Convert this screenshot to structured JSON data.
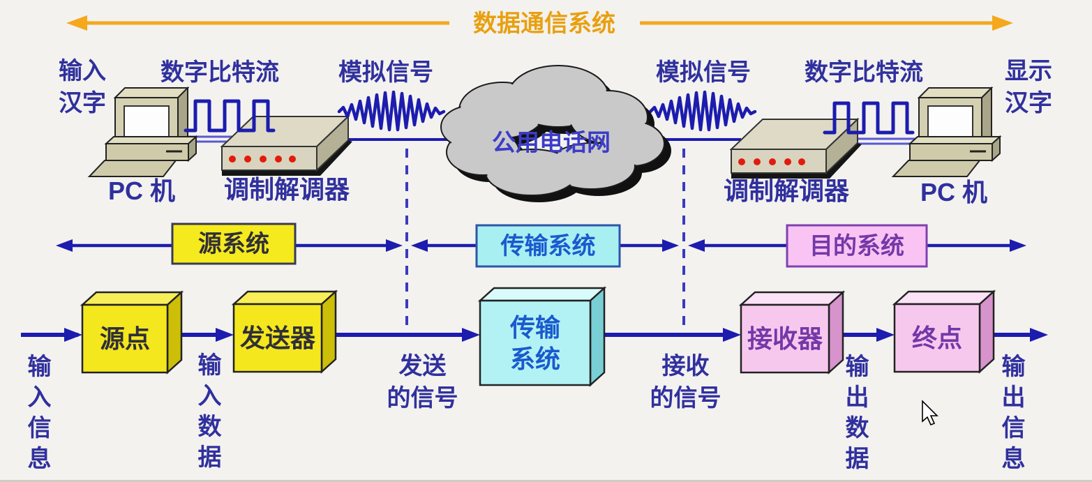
{
  "title": "数据通信系统",
  "colors": {
    "accent_orange": "#F5A81C",
    "line_navy": "#1C1CAE",
    "dashed_blue": "#3A3AC0",
    "box_yellow": "#F5EA1E",
    "box_cyan": "#A8EFF2",
    "box_pink": "#F9C3F3",
    "label_indigo": "#30309E"
  },
  "top_row": {
    "input_hanzi": "输入\n汉字",
    "pc_left": "PC 机",
    "digital_bitstream_left": "数字比特流",
    "modem_left": "调制解调器",
    "analog_signal_left": "模拟信号",
    "cloud": "公用电话网",
    "analog_signal_right": "模拟信号",
    "modem_right": "调制解调器",
    "digital_bitstream_right": "数字比特流",
    "pc_right": "PC 机",
    "display_hanzi": "显示\n汉字"
  },
  "system_band": {
    "source_system": "源系统",
    "transmission_system": "传输系统",
    "destination_system": "目的系统"
  },
  "flow": {
    "input_info": "输入信息",
    "source_node": "源点",
    "input_data": "输入数据",
    "transmitter": "发送器",
    "sent_signal": "发送\n的信号",
    "transmission_system": "传输\n系统",
    "received_signal": "接收\n的信号",
    "receiver": "接收器",
    "output_data": "输出数据",
    "endpoint": "终点",
    "output_info": "输出信息"
  }
}
